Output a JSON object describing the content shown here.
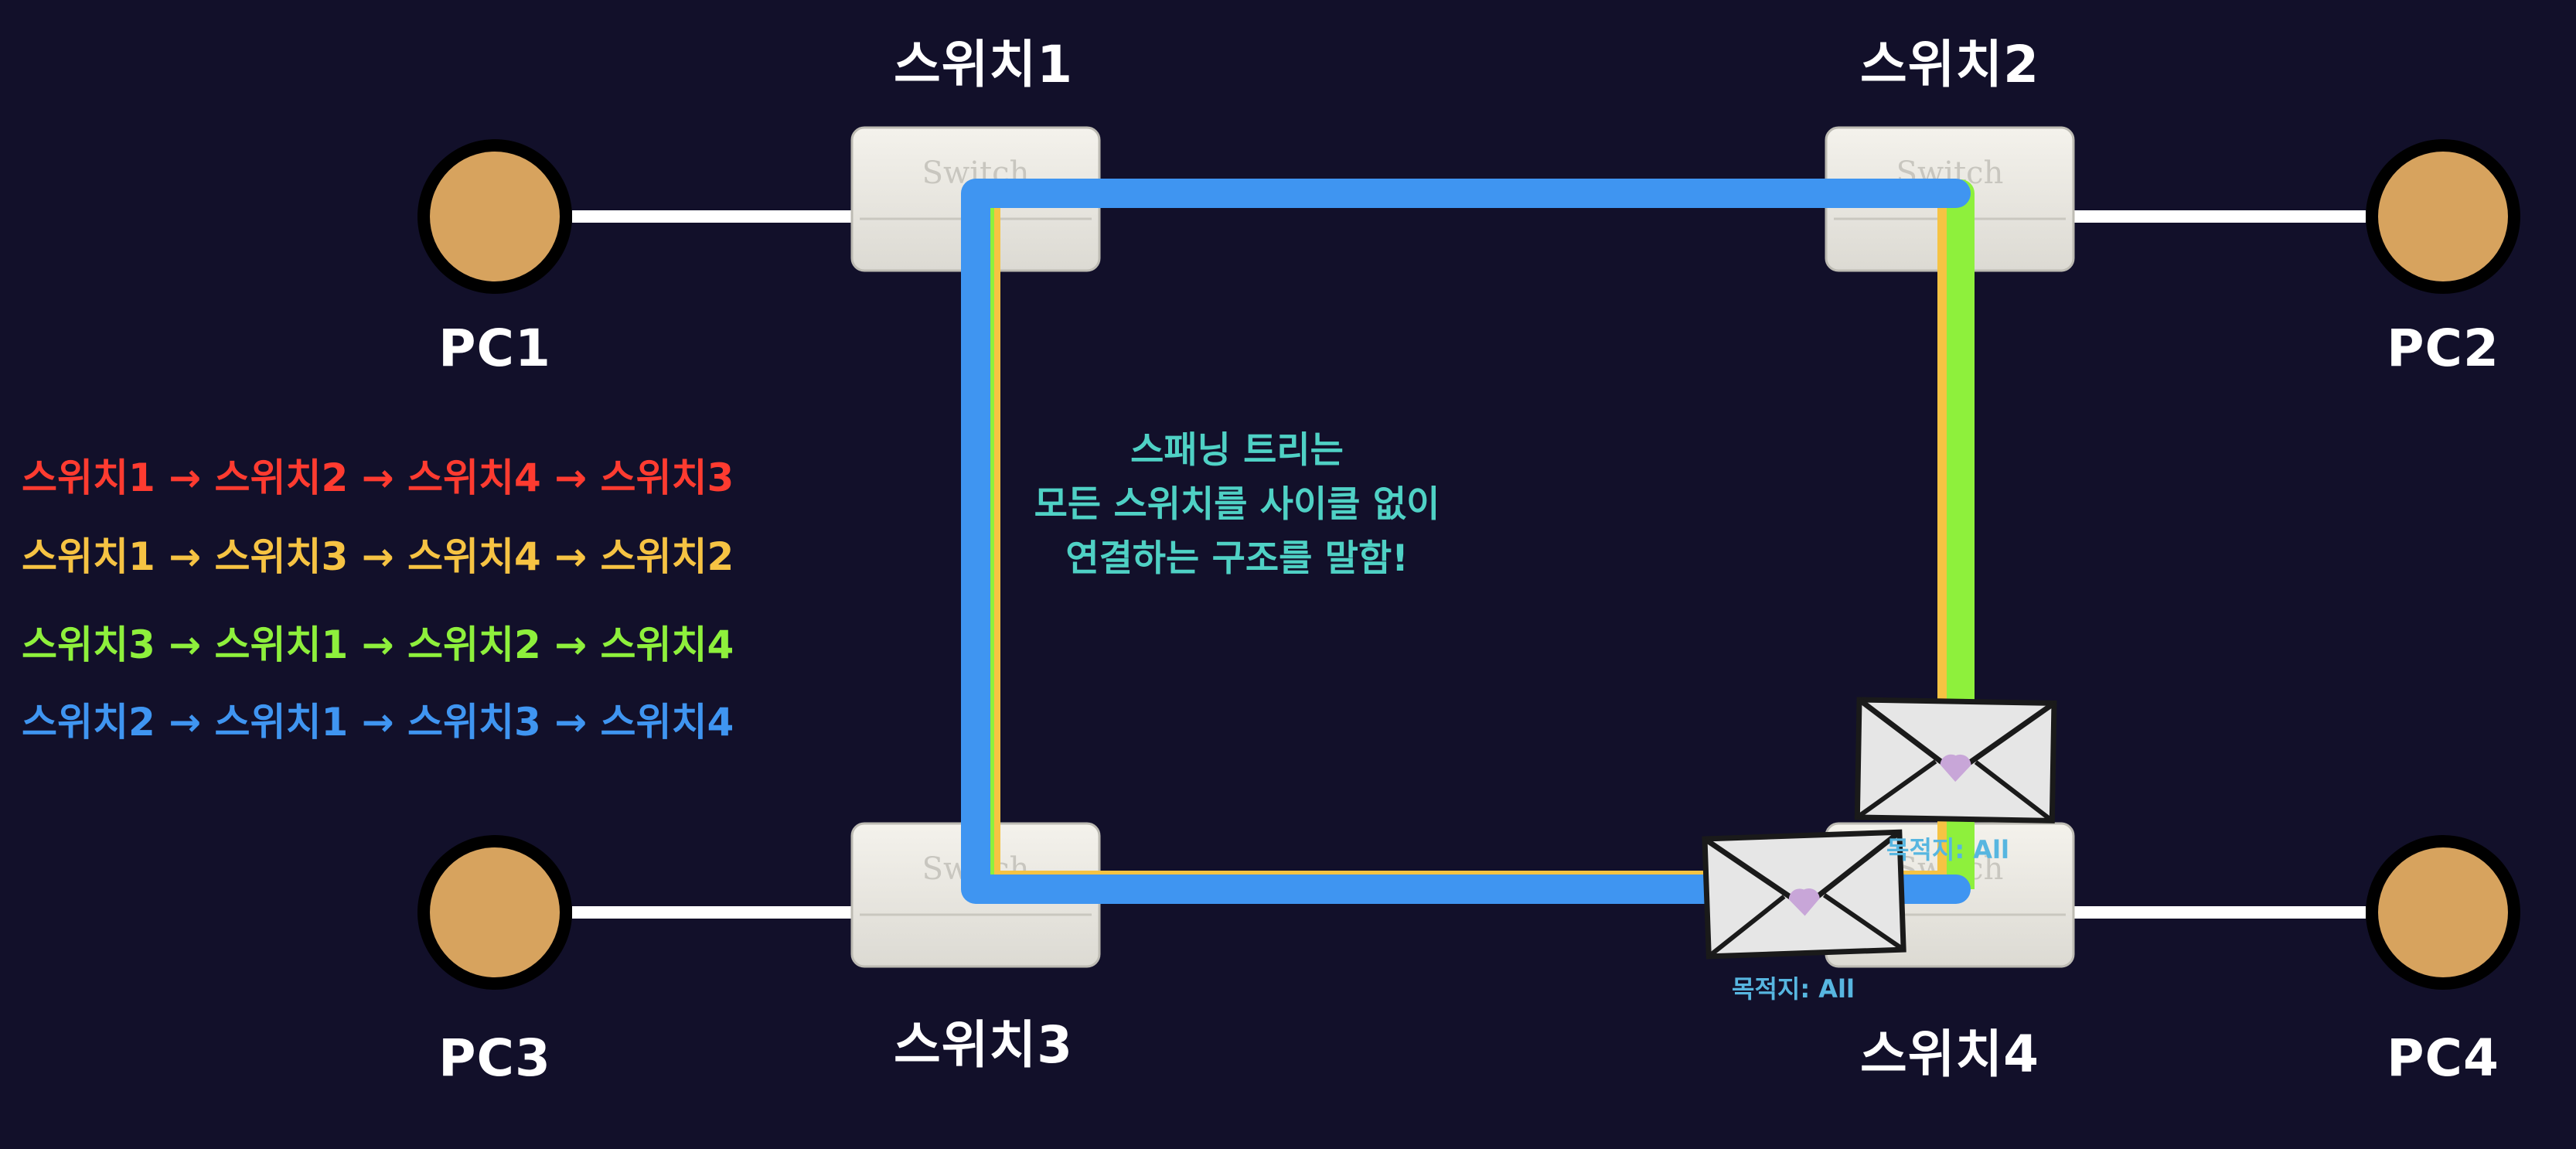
{
  "switches": [
    {
      "name": "스위치1",
      "icon": "switch-icon",
      "text": "Switch"
    },
    {
      "name": "스위치2",
      "icon": "switch-icon",
      "text": "Switch"
    },
    {
      "name": "스위치3",
      "icon": "switch-icon",
      "text": "Switch"
    },
    {
      "name": "스위치4",
      "icon": "switch-icon",
      "text": "Switch"
    }
  ],
  "pcs": [
    "PC1",
    "PC2",
    "PC3",
    "PC4"
  ],
  "routes": [
    {
      "text": "스위치1 → 스위치2 → 스위치4 → 스위치3",
      "color": "#ff3b30"
    },
    {
      "text": "스위치1 → 스위치3 → 스위치4 → 스위치2",
      "color": "#f6c343"
    },
    {
      "text": "스위치3 → 스위치1 → 스위치2 → 스위치4",
      "color": "#8ef03c"
    },
    {
      "text": "스위치2 → 스위치1 → 스위치3 → 스위치4",
      "color": "#3f95f1"
    }
  ],
  "caption": [
    "스패닝 트리는",
    "모든 스위치를 사이클 없이",
    "연결하는 구조를 말함!"
  ],
  "messages": [
    {
      "icon": "envelope-icon",
      "label": "목적지: All"
    },
    {
      "icon": "envelope-icon",
      "label": "목적지: All"
    }
  ],
  "colors": {
    "background": "#12102a",
    "pc": "#d7a35e",
    "link": "#ffffff",
    "caption": "#4fd1c5",
    "destination_label": "#57b6e0"
  }
}
